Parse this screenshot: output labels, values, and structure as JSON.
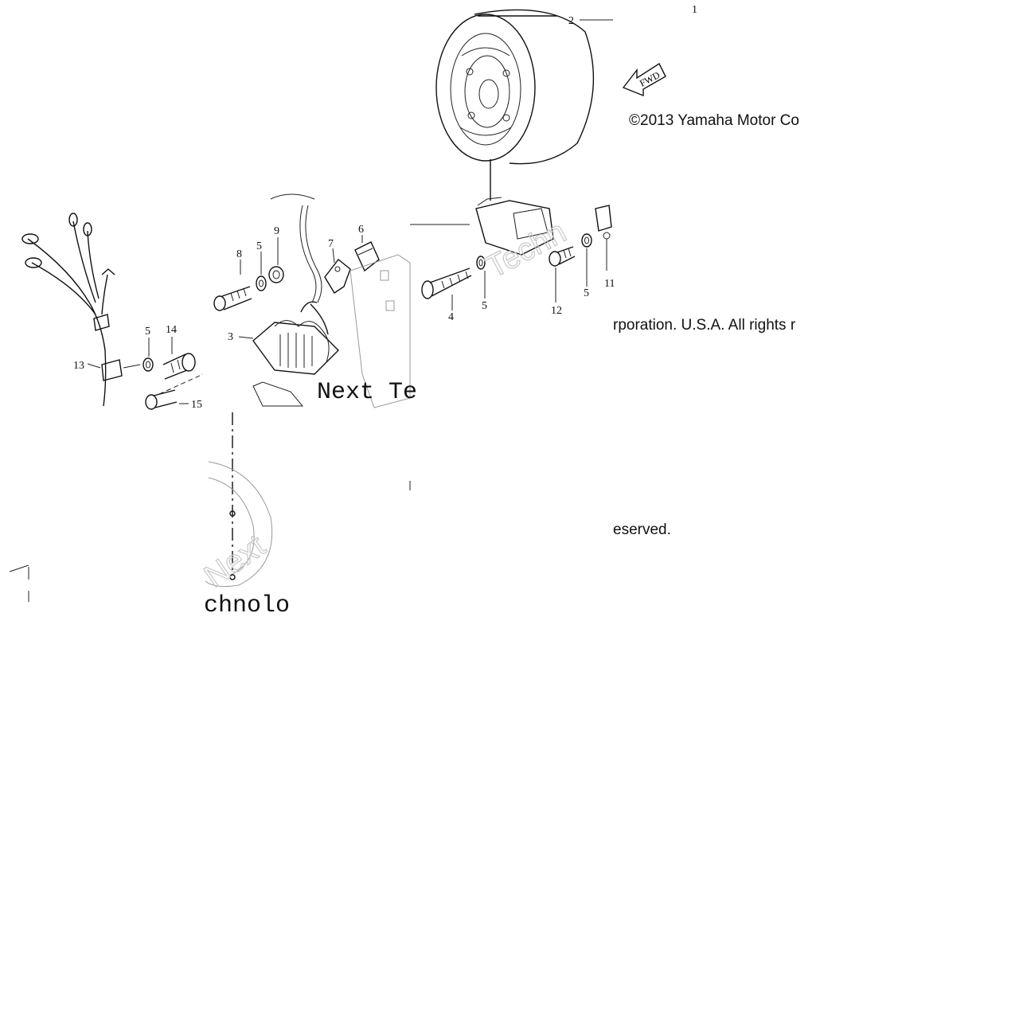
{
  "diagram": {
    "copyright_fragments": [
      "©2013 Yamaha Motor Co",
      "rporation. U.S.A. All rights r",
      "eserved."
    ],
    "fwd_label": "FWD",
    "watermarks": [
      "Techn",
      "Next Te",
      "Next",
      "chnolo"
    ],
    "callouts": [
      "1",
      "2",
      "3",
      "4",
      "5",
      "5",
      "5",
      "5",
      "6",
      "7",
      "8",
      "9",
      "11",
      "12",
      "13",
      "14",
      "15"
    ]
  }
}
